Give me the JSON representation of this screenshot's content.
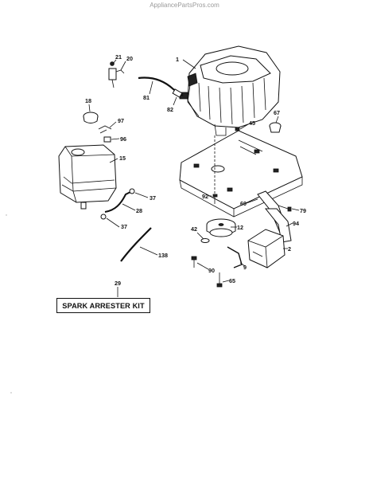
{
  "watermark": "AppliancePartsPros.com",
  "kit_box": {
    "label": "SPARK ARRESTER KIT"
  },
  "callouts": {
    "p1": "1",
    "p2": "2",
    "p9": "9",
    "p12": "12",
    "p15": "15",
    "p18": "18",
    "p20": "20",
    "p21": "21",
    "p28": "28",
    "p29": "29",
    "p37a": "37",
    "p37b": "37",
    "p42": "42",
    "p45": "45",
    "p65": "65",
    "p67": "67",
    "p69": "69",
    "p79": "79",
    "p81": "81",
    "p82": "82",
    "p90": "90",
    "p92": "92",
    "p94": "94",
    "p96": "96",
    "p97": "97",
    "p138": "138"
  }
}
